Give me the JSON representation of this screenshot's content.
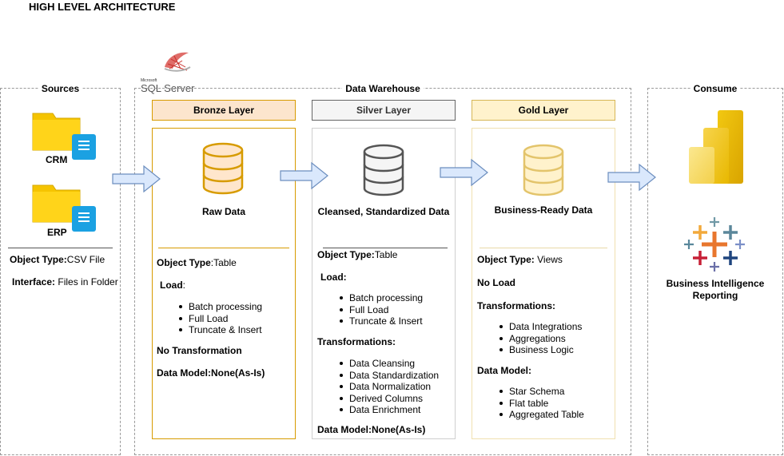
{
  "title": "HIGH LEVEL ARCHITECTURE",
  "sql_server": {
    "brand_small": "Microsoft",
    "brand": "SQL Server"
  },
  "sources": {
    "label": "Sources",
    "items": [
      {
        "name": "CRM"
      },
      {
        "name": "ERP"
      }
    ],
    "object_type_label": "Object Type:",
    "object_type_value": "CSV File",
    "interface_label": "Interface:",
    "interface_value": " Files in Folder"
  },
  "warehouse": {
    "label": "Data Warehouse",
    "bronze": {
      "header": "Bronze Layer",
      "caption": "Raw Data",
      "object_type_label": "Object Type",
      "object_type_value": ":Table",
      "load_label": "Load",
      "load_suffix": ":",
      "load_items": [
        "Batch processing",
        "Full Load",
        "Truncate & Insert"
      ],
      "transform": "No Transformation",
      "model": "Data Model:None(As-Is)"
    },
    "silver": {
      "header": "Silver Layer",
      "caption": "Cleansed, Standardized Data",
      "object_type_label": "Object Type:",
      "object_type_value": "Table",
      "load_label": "Load:",
      "load_items": [
        "Batch processing",
        "Full Load",
        "Truncate & Insert"
      ],
      "transform_label": "Transformations:",
      "transform_items": [
        "Data Cleansing",
        "Data Standardization",
        "Data Normalization",
        "Derived Columns",
        "Data Enrichment"
      ],
      "model": "Data Model:None(As-Is)"
    },
    "gold": {
      "header": "Gold Layer",
      "caption": "Business-Ready Data",
      "object_type_label": "Object Type:",
      "object_type_value": " Views",
      "load": "No Load",
      "transform_label": "Transformations:",
      "transform_items": [
        "Data Integrations",
        "Aggregations",
        "Business Logic"
      ],
      "model_label": "Data Model:",
      "model_items": [
        "Star Schema",
        "Flat table",
        "Aggregated Table"
      ]
    }
  },
  "consume": {
    "label": "Consume",
    "bi_line1": "Business Intelligence",
    "bi_line2": "Reporting"
  },
  "colors": {
    "bronze_fill": "#fce5cd",
    "bronze_border": "#d79b00",
    "silver_fill": "#f5f5f5",
    "silver_border": "#666666",
    "gold_fill": "#fff2cc",
    "gold_border": "#d6b656",
    "arrow_fill": "#dae8fc",
    "arrow_border": "#6c8ebf",
    "folder": "#f5c400",
    "doc": "#1ba1e2"
  }
}
